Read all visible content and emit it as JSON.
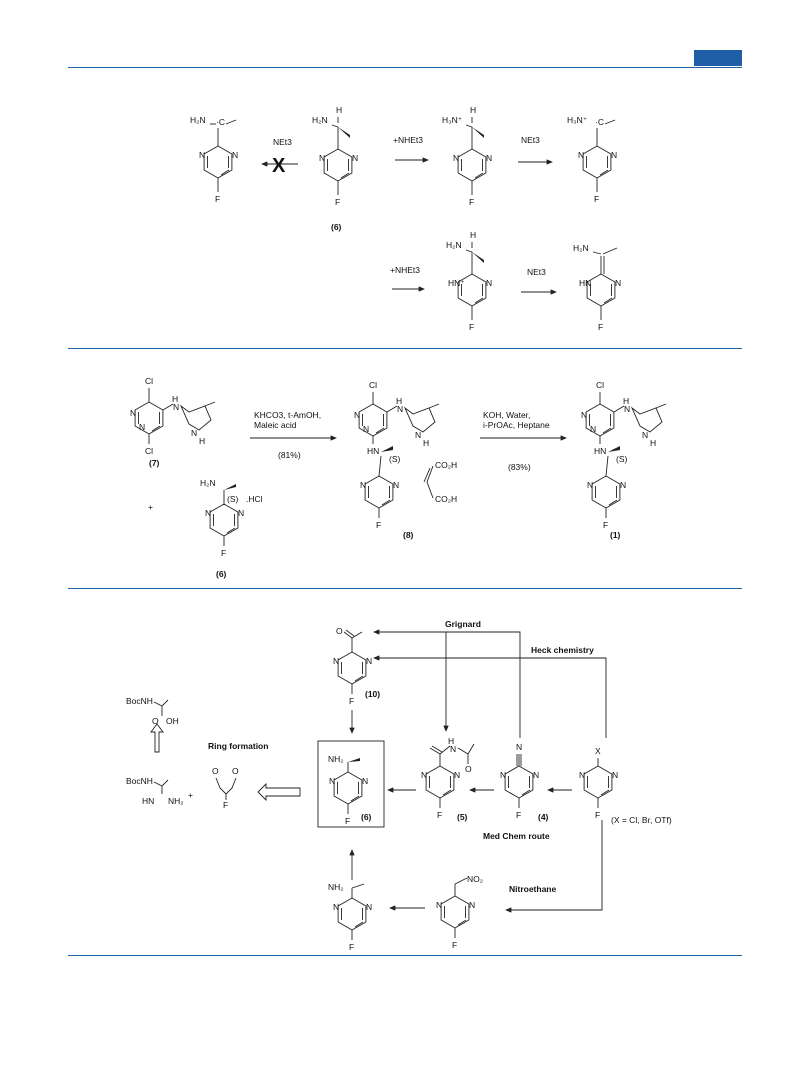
{
  "section1": {
    "reagent_left": "NEt3",
    "reagent_mid": "+NHEt3",
    "reagent_right": "NEt3",
    "reagent_bottom1": "+NHEt3",
    "reagent_bottom2": "NEt3",
    "compound_label": "(6)",
    "blocked_mark": "X"
  },
  "section2": {
    "compound7": "(7)",
    "compound6": "(6)",
    "compound8": "(8)",
    "compound1": "(1)",
    "reagents1": [
      "KHCO3, t-AmOH,",
      "Maleic acid"
    ],
    "yield1": "(81%)",
    "reagents2": [
      "KOH,  Water,",
      "i-PrOAc, Heptane"
    ],
    "yield2": "(83%)",
    "salt": ".HCl",
    "stereo": "(S)",
    "plus": "+"
  },
  "section3": {
    "grignard": "Grignard",
    "heck": "Heck chemistry",
    "ring_formation": "Ring formation",
    "med_chem": "Med Chem route",
    "nitroethane": "Nitroethane",
    "x_def": "(X = Cl, Br, OTf)",
    "c10": "(10)",
    "c6": "(6)",
    "c5": "(5)",
    "c4": "(4)",
    "plus": "+"
  }
}
